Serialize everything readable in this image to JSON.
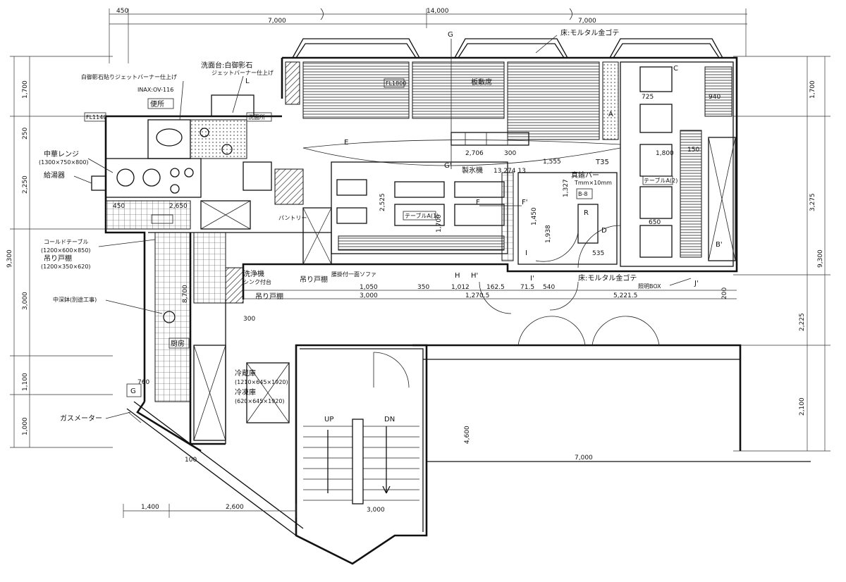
{
  "dims_top": {
    "d450": "450",
    "d7000_left": "7,000",
    "d14000": "14,000",
    "d7000_right": "7,000"
  },
  "dims_left": {
    "d1700": "1,700",
    "d250": "250",
    "d2250": "2,250",
    "d9300": "9,300",
    "d3000": "3,000",
    "d1100": "1,100",
    "d1000": "1,000"
  },
  "dims_right": {
    "d1700": "1,700",
    "d3275": "3,275",
    "d9300": "9,300",
    "d2225": "2,225",
    "d2100": "2,100",
    "d200": "200"
  },
  "dims_mid": {
    "d3000": "3,000",
    "d1050": "1,050",
    "d350": "350",
    "d1012": "1,012",
    "d1625": "162.5",
    "d715": "71.5",
    "d540": "540",
    "d52215": "5,221.5",
    "d12705": "1,270.5",
    "d2706": "2,706",
    "d300": "300",
    "d1555": "1,555",
    "d2525": "2,525",
    "d1700": "1,700",
    "d1450": "1,450",
    "d1938": "1,938",
    "d1327": "1,327",
    "d150": "150",
    "d725": "725",
    "d940": "940",
    "d1800": "1,800",
    "d650": "650",
    "d535": "535",
    "d4600": "4,600",
    "d7000": "7,000",
    "d1400": "1,400",
    "d2600": "2,600",
    "d3000b": "3,000",
    "d274": "13 274 13",
    "d8700": "8,700",
    "d2650": "2,650",
    "d760": "760",
    "d100": "100"
  },
  "labels": {
    "floor_mortar_top": "床:モルタル金ゴテ",
    "floor_mortar_bottom": "床:モルタル金ゴテ",
    "washbasin": "洗面台:白御影石",
    "jet_finish": "ジェットバーナー仕上げ",
    "granite_jet": "白御影石貼りジェットバーナー仕上げ",
    "inax": "INAX:OV-116",
    "range": "中華レンジ",
    "range_size": "(1300×750×800)",
    "water_heater": "給湯器",
    "cold_table": "コールドテーブル",
    "cold_table_size": "(1200×600×850)",
    "hanging_shelf": "吊り戸棚",
    "hanging_shelf_size": "(1200×350×620)",
    "sink": "中深鉢(別途工事)",
    "kitchen": "厨房",
    "gas_meter": "ガスメーター",
    "g_box": "G",
    "fridge": "冷蔵庫",
    "fridge_size": "(1210×645×1920)",
    "freezer": "冷凍庫",
    "freezer_size": "(620×645×1920)",
    "washer": "洗浄機",
    "sink_table": "シンク付台",
    "hanging_shelf_2": "吊り戸棚",
    "hanging_shelf_3": "吊り戸棚",
    "bench": "腰掛付一面ソファ",
    "bar": "真鍮バー",
    "bar_size": "Tmm×10mm",
    "lighting_box": "照明BOX",
    "toilet": "便所",
    "washroom": "洗面所",
    "stair_up": "UP",
    "stair_dn": "DN",
    "pantry": "パントリー",
    "tank": "製氷機",
    "table_a1": "テーブルA(1)",
    "table_a2": "テーブルA(2)",
    "table_b": "B-8",
    "tatami": "板敷席",
    "fl_1": "FL1140",
    "fl_2": "FL1800",
    "r_box": "R",
    "d_box": "D",
    "t35": "T35",
    "mark_l": "L",
    "mark_g": "G",
    "mark_g2": "G'",
    "mark_f": "F",
    "mark_f2": "F'",
    "mark_e": "E",
    "mark_h": "H",
    "mark_h2": "H'",
    "mark_i": "I",
    "mark_i2": "I'",
    "mark_a": "A",
    "mark_b": "B'",
    "mark_c": "C",
    "mark_j": "J'"
  }
}
